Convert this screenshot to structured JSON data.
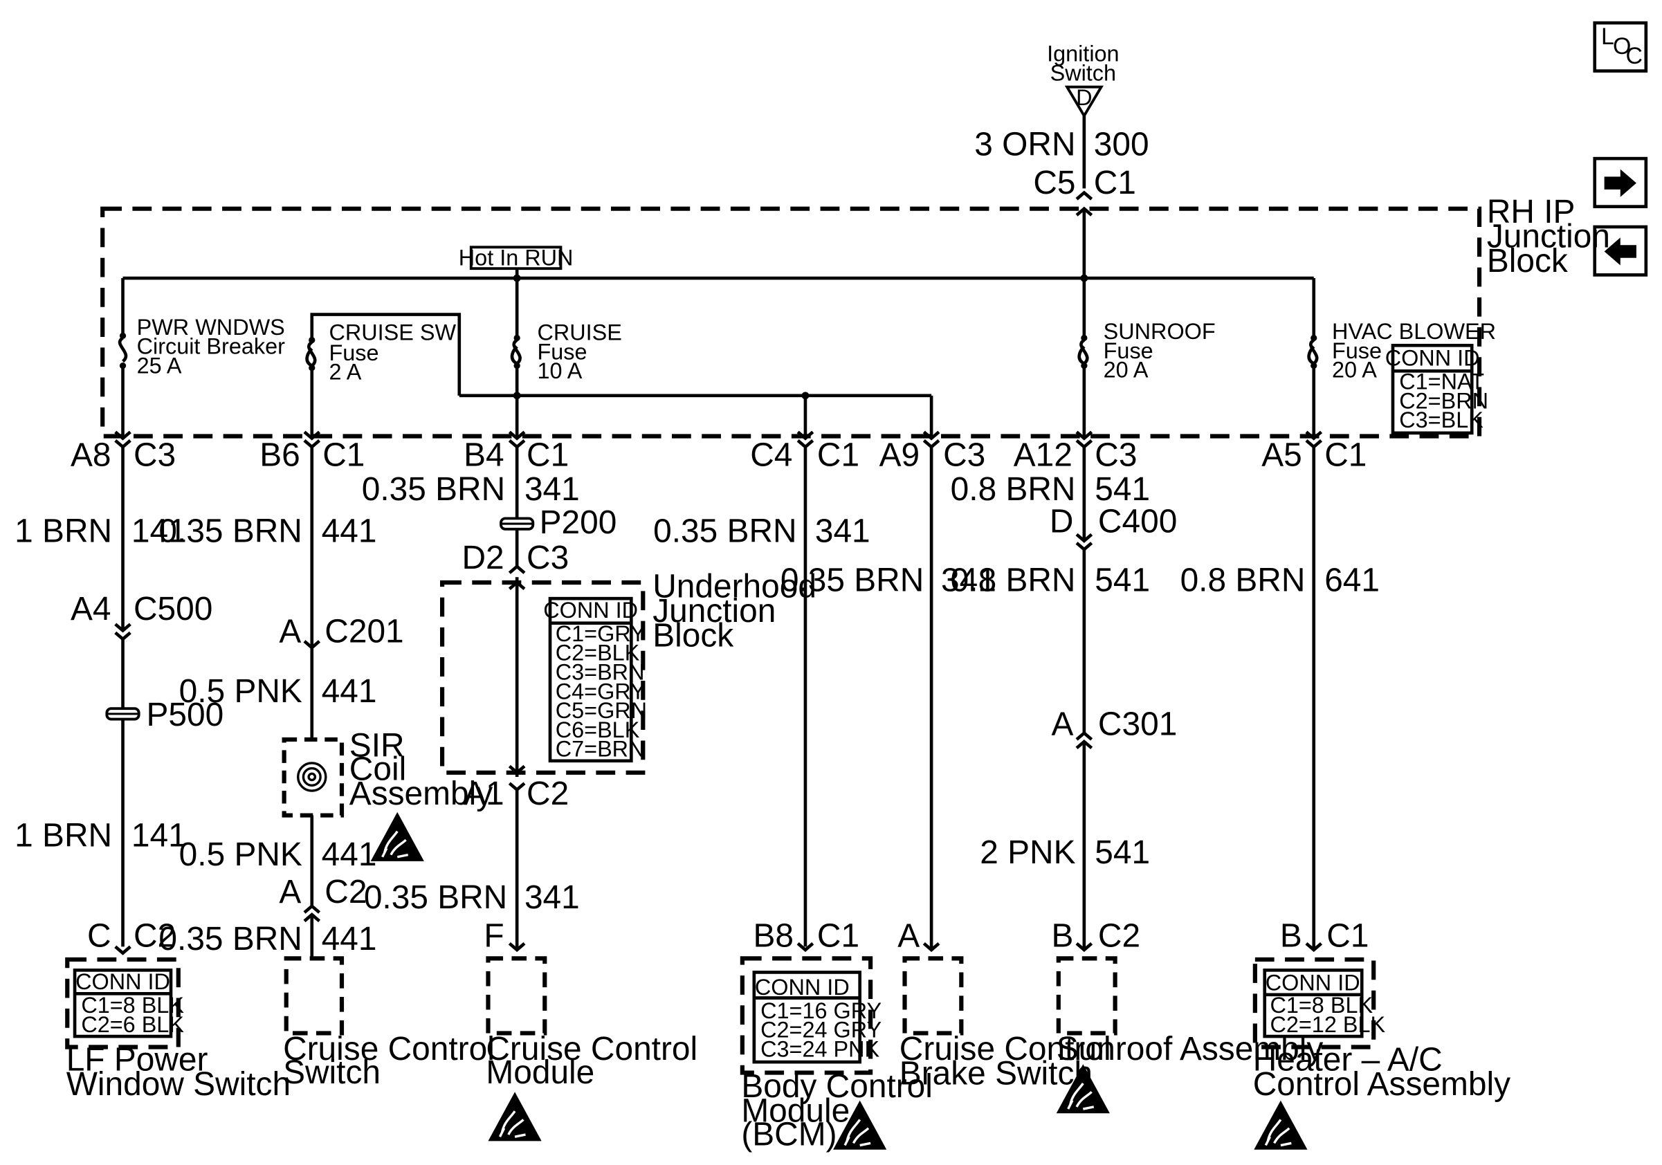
{
  "page": {
    "background": "#ffffff",
    "ink": "#000000"
  },
  "icons": {
    "loc": "locator-icon",
    "next": "right-arrow-icon",
    "prev": "left-arrow-icon",
    "esd": "esd-sensitive-icon",
    "fuse": "fuse-icon",
    "splice": "splice-icon",
    "coil": "coil-icon"
  },
  "loc_icon": {
    "l": "L",
    "o": "O",
    "c": "C"
  },
  "ignition": {
    "line1": "Ignition",
    "line2": "Switch",
    "letter": "D"
  },
  "top_wire": {
    "gauge_color": "3 ORN",
    "circuit": "300",
    "conn_left": "C5",
    "conn_right": "C1"
  },
  "rh_ip_block": {
    "name_lines": [
      "RH IP",
      "Junction",
      "Block"
    ],
    "hot_label": "Hot In RUN",
    "devices": [
      {
        "name": "PWR WNDWS",
        "type": "Circuit Breaker",
        "rating": "25 A"
      },
      {
        "name": "CRUISE SW",
        "type": "Fuse",
        "rating": "2 A"
      },
      {
        "name": "CRUISE",
        "type": "Fuse",
        "rating": "10 A"
      },
      {
        "name": "SUNROOF",
        "type": "Fuse",
        "rating": "20 A"
      },
      {
        "name": "HVAC BLOWER",
        "type": "Fuse",
        "rating": "20 A"
      }
    ],
    "conn_id": {
      "title": "CONN ID",
      "rows": [
        "C1=NAT",
        "C2=BRN",
        "C3=BLK"
      ]
    }
  },
  "outputs": [
    {
      "pin": "A8",
      "conn": "C3"
    },
    {
      "pin": "B6",
      "conn": "C1"
    },
    {
      "pin": "B4",
      "conn": "C1"
    },
    {
      "pin": "C4",
      "conn": "C1"
    },
    {
      "pin": "A9",
      "conn": "C3"
    },
    {
      "pin": "A12",
      "conn": "C3"
    },
    {
      "pin": "A5",
      "conn": "C1"
    }
  ],
  "branch_pwr": {
    "wire1": {
      "gc": "1 BRN",
      "circuit": "141"
    },
    "conn": {
      "pin": "A4",
      "id": "C500"
    },
    "splice": "P500",
    "wire2": {
      "gc": "1 BRN",
      "circuit": "141"
    },
    "end_conn": {
      "pin": "C",
      "id": "C2"
    },
    "component_lines": [
      "LF Power",
      "Window Switch"
    ],
    "conn_id": {
      "title": "CONN ID",
      "rows": [
        "C1=8 BLK",
        "C2=6 BLK"
      ]
    }
  },
  "branch_cruise_sw": {
    "wire1": {
      "gc": "0.35 BRN",
      "circuit": "441"
    },
    "conn": {
      "pin": "A",
      "id": "C201"
    },
    "wire2": {
      "gc": "0.5 PNK",
      "circuit": "441"
    },
    "sir_lines": [
      "SIR",
      "Coil",
      "Assembly"
    ],
    "wire3": {
      "gc": "0.5 PNK",
      "circuit": "441"
    },
    "conn2": {
      "pin": "A",
      "id": "C2"
    },
    "wire4": {
      "gc": "0.35 BRN",
      "circuit": "441"
    },
    "component_lines": [
      "Cruise Control",
      "Switch"
    ]
  },
  "branch_cruise": {
    "wire1": {
      "gc": "0.35 BRN",
      "circuit": "341"
    },
    "splice": "P200",
    "conn": {
      "pin": "D2",
      "id": "C3"
    },
    "underhood_lines": [
      "Underhood",
      "Junction",
      "Block"
    ],
    "underhood_conn_id": {
      "title": "CONN ID",
      "rows": [
        "C1=GRY",
        "C2=BLK",
        "C3=BRN",
        "C4=GRY",
        "C5=GRN",
        "C6=BLK",
        "C7=BRN"
      ]
    },
    "conn2": {
      "pin": "A1",
      "id": "C2"
    },
    "wire2": {
      "gc": "0.35 BRN",
      "circuit": "341"
    },
    "end_pin": "F",
    "component_lines": [
      "Cruise Control",
      "Module"
    ]
  },
  "branch_bcm": {
    "wire1": {
      "gc": "0.35 BRN",
      "circuit": "341"
    },
    "end_conn": {
      "pin": "B8",
      "id": "C1"
    },
    "component_lines": [
      "Body Control",
      "Module",
      "(BCM)"
    ],
    "conn_id": {
      "title": "CONN ID",
      "rows": [
        "C1=16 GRY",
        "C2=24 GRY",
        "C3=24 PNK"
      ]
    }
  },
  "branch_brake": {
    "wire1": {
      "gc": "0.35 BRN",
      "circuit": "341"
    },
    "end_pin": "A",
    "component_lines": [
      "Cruise Control",
      "Brake Switch"
    ]
  },
  "branch_sunroof": {
    "wire1": {
      "gc": "0.8 BRN",
      "circuit": "541"
    },
    "conn": {
      "pin": "D",
      "id": "C400"
    },
    "wire2": {
      "gc": "0.8 BRN",
      "circuit": "541"
    },
    "conn2": {
      "pin": "A",
      "id": "C301"
    },
    "wire3": {
      "gc": "2 PNK",
      "circuit": "541"
    },
    "end_conn": {
      "pin": "B",
      "id": "C2"
    },
    "component_lines": [
      "Sunroof Assembly"
    ]
  },
  "branch_hvac": {
    "wire1": {
      "gc": "0.8 BRN",
      "circuit": "641"
    },
    "end_conn": {
      "pin": "B",
      "id": "C1"
    },
    "component_lines": [
      "Heater – A/C",
      "Control Assembly"
    ],
    "conn_id": {
      "title": "CONN ID",
      "rows": [
        "C1=8 BLK",
        "C2=12 BLK"
      ]
    }
  }
}
